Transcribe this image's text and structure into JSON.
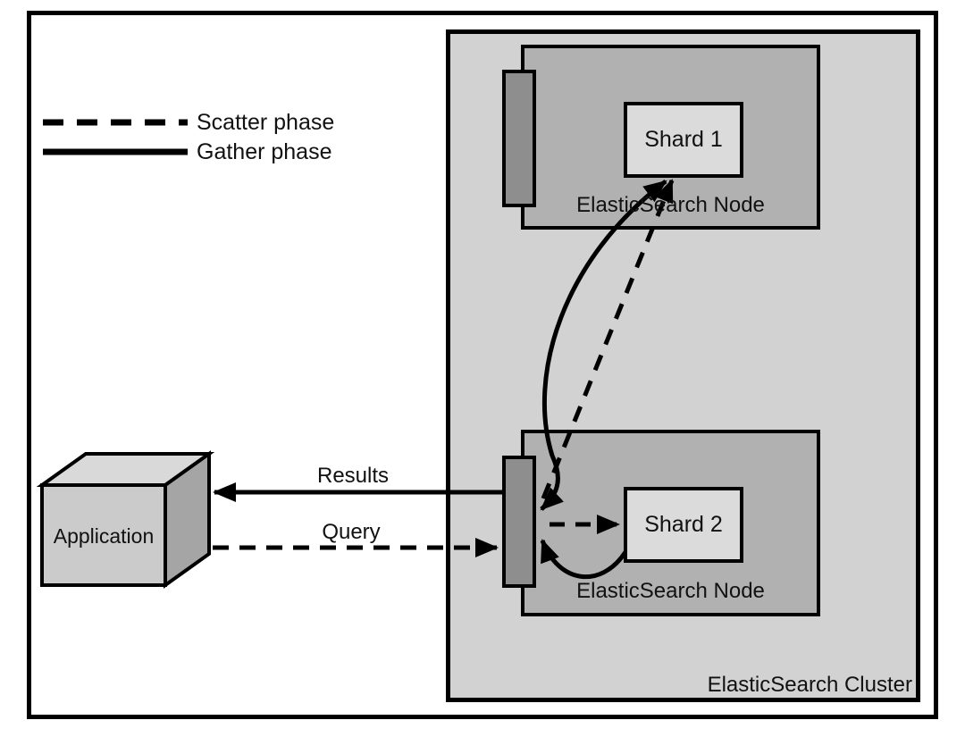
{
  "legend": {
    "items": [
      {
        "label": "Scatter phase",
        "style": "dashed"
      },
      {
        "label": "Gather phase",
        "style": "solid"
      }
    ]
  },
  "application": {
    "label": "Application"
  },
  "cluster": {
    "label": "ElasticSearch Cluster",
    "nodes": [
      {
        "label": "ElasticSearch Node",
        "shard": {
          "label": "Shard 1"
        }
      },
      {
        "label": "ElasticSearch Node",
        "shard": {
          "label": "Shard 2"
        }
      }
    ]
  },
  "edges": [
    {
      "label": "Results",
      "from": "elasticsearch-node-2-connector",
      "to": "application",
      "phase": "gather",
      "style": "solid"
    },
    {
      "label": "Query",
      "from": "application",
      "to": "elasticsearch-node-2-connector",
      "phase": "scatter",
      "style": "dashed"
    },
    {
      "label": "",
      "from": "elasticsearch-node-2-connector",
      "to": "shard-1",
      "phase": "scatter",
      "style": "dashed"
    },
    {
      "label": "",
      "from": "elasticsearch-node-2-connector",
      "to": "shard-2",
      "phase": "scatter",
      "style": "dashed"
    },
    {
      "label": "",
      "from": "shard-1",
      "to": "elasticsearch-node-2-connector",
      "phase": "gather",
      "style": "solid"
    },
    {
      "label": "",
      "from": "shard-2",
      "to": "elasticsearch-node-2-connector",
      "phase": "gather",
      "style": "solid"
    }
  ],
  "colors": {
    "background": "#ffffff",
    "cluster_fill": "#d2d2d2",
    "node_fill": "#b1b1b1",
    "connector_fill": "#8e8e8e",
    "shard_fill": "#dbdbdb",
    "cube_front": "#cbcbcb",
    "cube_top": "#d9d9d9",
    "cube_side": "#a5a5a5",
    "line": "#000000"
  }
}
